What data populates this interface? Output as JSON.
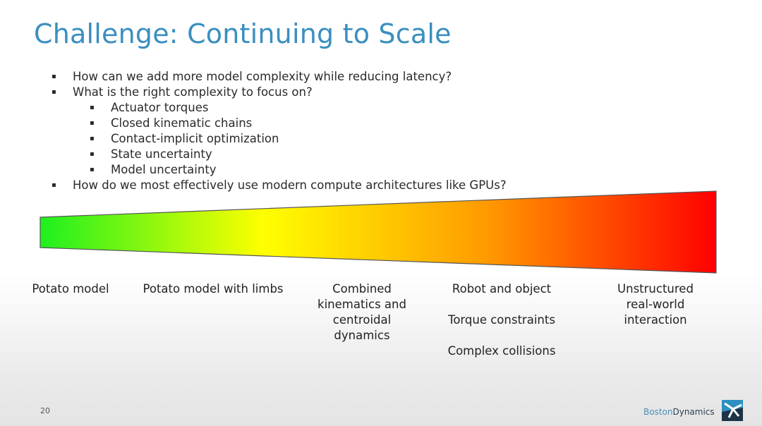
{
  "title": "Challenge: Continuing to Scale",
  "bullets": [
    {
      "level": 1,
      "text": "How can we add more model complexity while reducing latency?"
    },
    {
      "level": 1,
      "text": "What is the right complexity to focus on?"
    },
    {
      "level": 2,
      "text": "Actuator torques"
    },
    {
      "level": 2,
      "text": "Closed kinematic chains"
    },
    {
      "level": 2,
      "text": "Contact-implicit optimization"
    },
    {
      "level": 2,
      "text": "State uncertainty"
    },
    {
      "level": 2,
      "text": "Model uncertainty"
    },
    {
      "level": 1,
      "text": "How do we most effectively use modern compute architectures like GPUs?"
    }
  ],
  "bullet_symbol": "▪",
  "scale_labels": [
    "Potato model",
    "Potato model with limbs",
    "Combined kinematics and centroidal dynamics",
    "Robot and object\n\nTorque constraints\n\nComplex collisions",
    "Unstructured real-world interaction"
  ],
  "gradient_colors": [
    "#1ef01e",
    "#ffff00",
    "#ff9900",
    "#ff0000"
  ],
  "page_number": "20",
  "logo": {
    "part1": "Boston",
    "part2": "Dynamics"
  }
}
